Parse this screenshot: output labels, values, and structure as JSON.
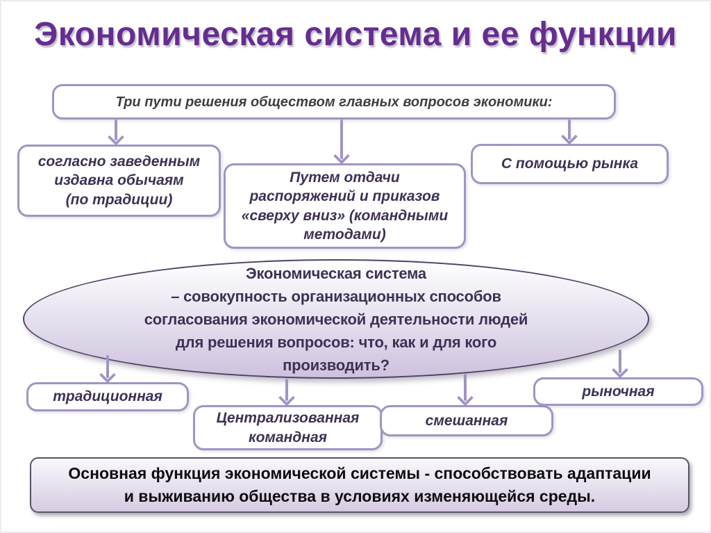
{
  "title": "Экономическая система и ее функции",
  "colors": {
    "background": "#ffffff",
    "title_text": "#662d91",
    "box_border": "#a294c2",
    "box_text": "#3e3154",
    "question_text": "#3f3f3f",
    "arrow": "#a294c2",
    "ellipse_border": "#514265",
    "ellipse_fill_top": "#ffffff",
    "ellipse_fill_bottom": "#cdc2de",
    "footer_border": "#5b5263",
    "footer_fill_top": "#faf8fc",
    "footer_fill_bottom": "#d5cbe2",
    "footer_text": "#0d0d0d"
  },
  "flow": {
    "question": "Три пути решения обществом главных вопросов экономики:",
    "methods": [
      {
        "label": "согласно заведенным\nиздавна обычаям\n(по традиции)"
      },
      {
        "label": "Путем отдачи\nраспоряжений и приказов\n«сверху вниз» (командными\nметодами)"
      },
      {
        "label": "С помощью рынка"
      }
    ],
    "definition": "Экономическая система\n– совокупность организационных способов\nсогласования экономической деятельности людей\nдля решения вопросов: что, как и для кого\nпроизводить?",
    "systems": [
      {
        "label": "традиционная"
      },
      {
        "label": "Централизованная\nкомандная"
      },
      {
        "label": "смешанная"
      },
      {
        "label": "рыночная"
      }
    ],
    "footer": "Основная функция экономической системы - способствовать  адаптации\nи выживанию общества в условиях изменяющейся среды."
  }
}
